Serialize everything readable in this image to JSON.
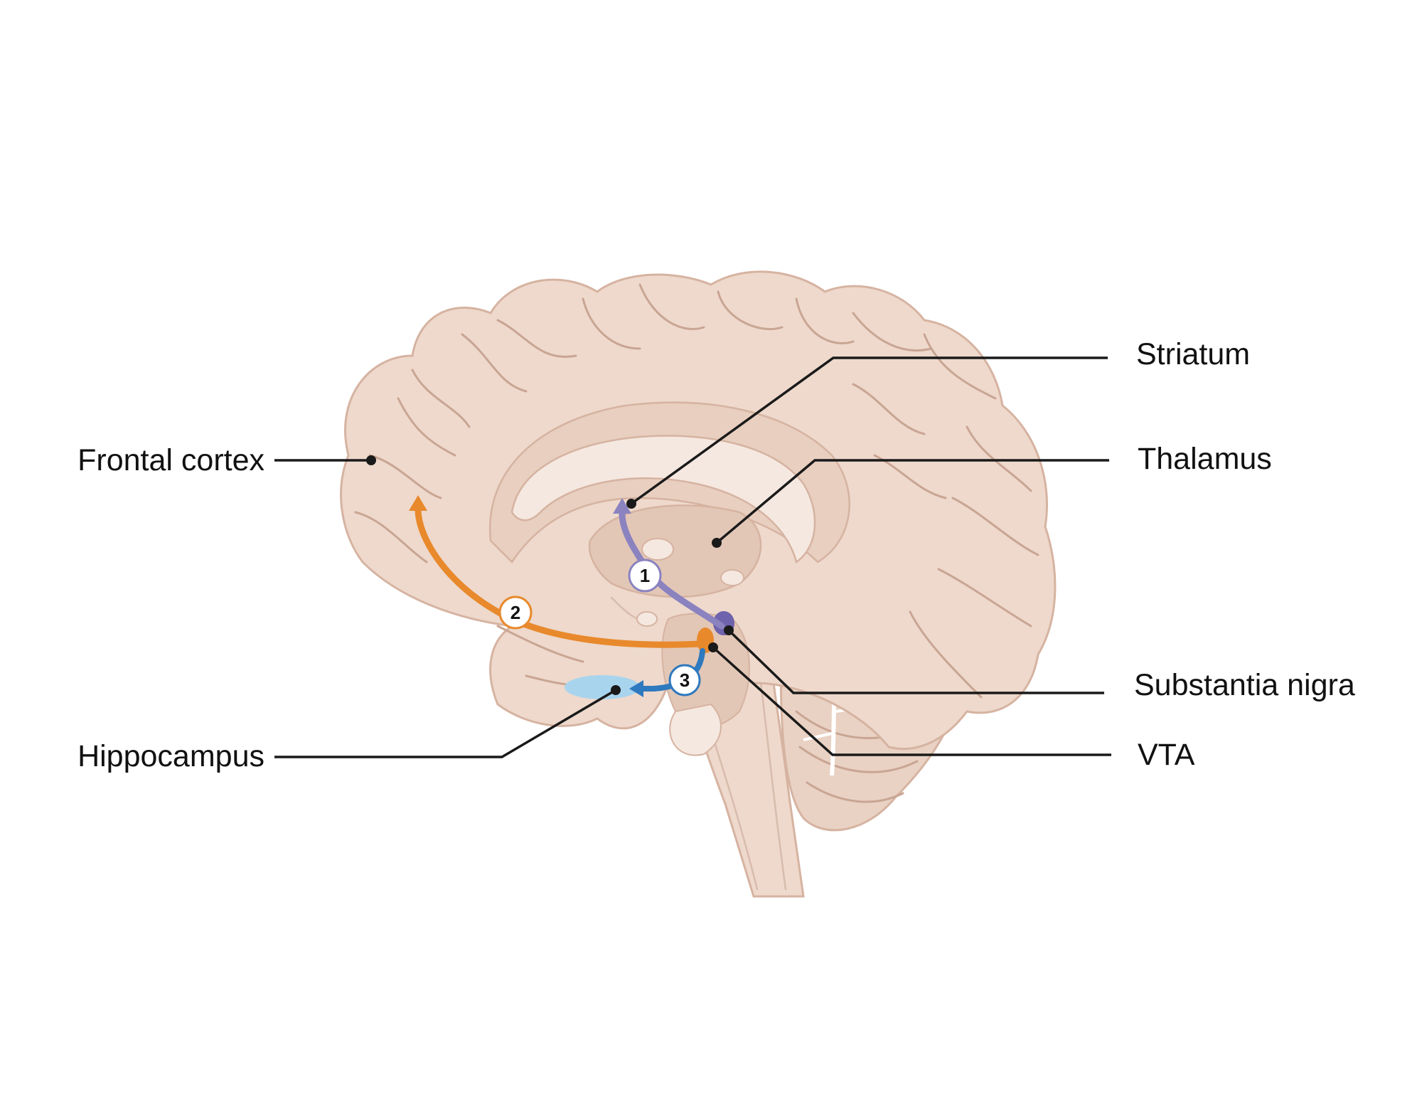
{
  "labels": {
    "frontal_cortex": "Frontal cortex",
    "hippocampus": "Hippocampus",
    "striatum": "Striatum",
    "thalamus": "Thalamus",
    "substantia_nigra": "Substantia nigra",
    "vta": "VTA"
  },
  "pathways": [
    {
      "number": "1",
      "color": "#8a83bf"
    },
    {
      "number": "2",
      "color": "#e8892c"
    },
    {
      "number": "3",
      "color": "#2f79bf"
    }
  ],
  "colors": {
    "brain": "#eed9cc",
    "brain_outline": "#d6b3a1",
    "inner": "#e3c7b6",
    "corpus_callosum": "#f5e8e0",
    "hippocampus_region": "#a9d4ee",
    "substantia_nigra": "#6f63ad",
    "vta": "#e8892c"
  }
}
